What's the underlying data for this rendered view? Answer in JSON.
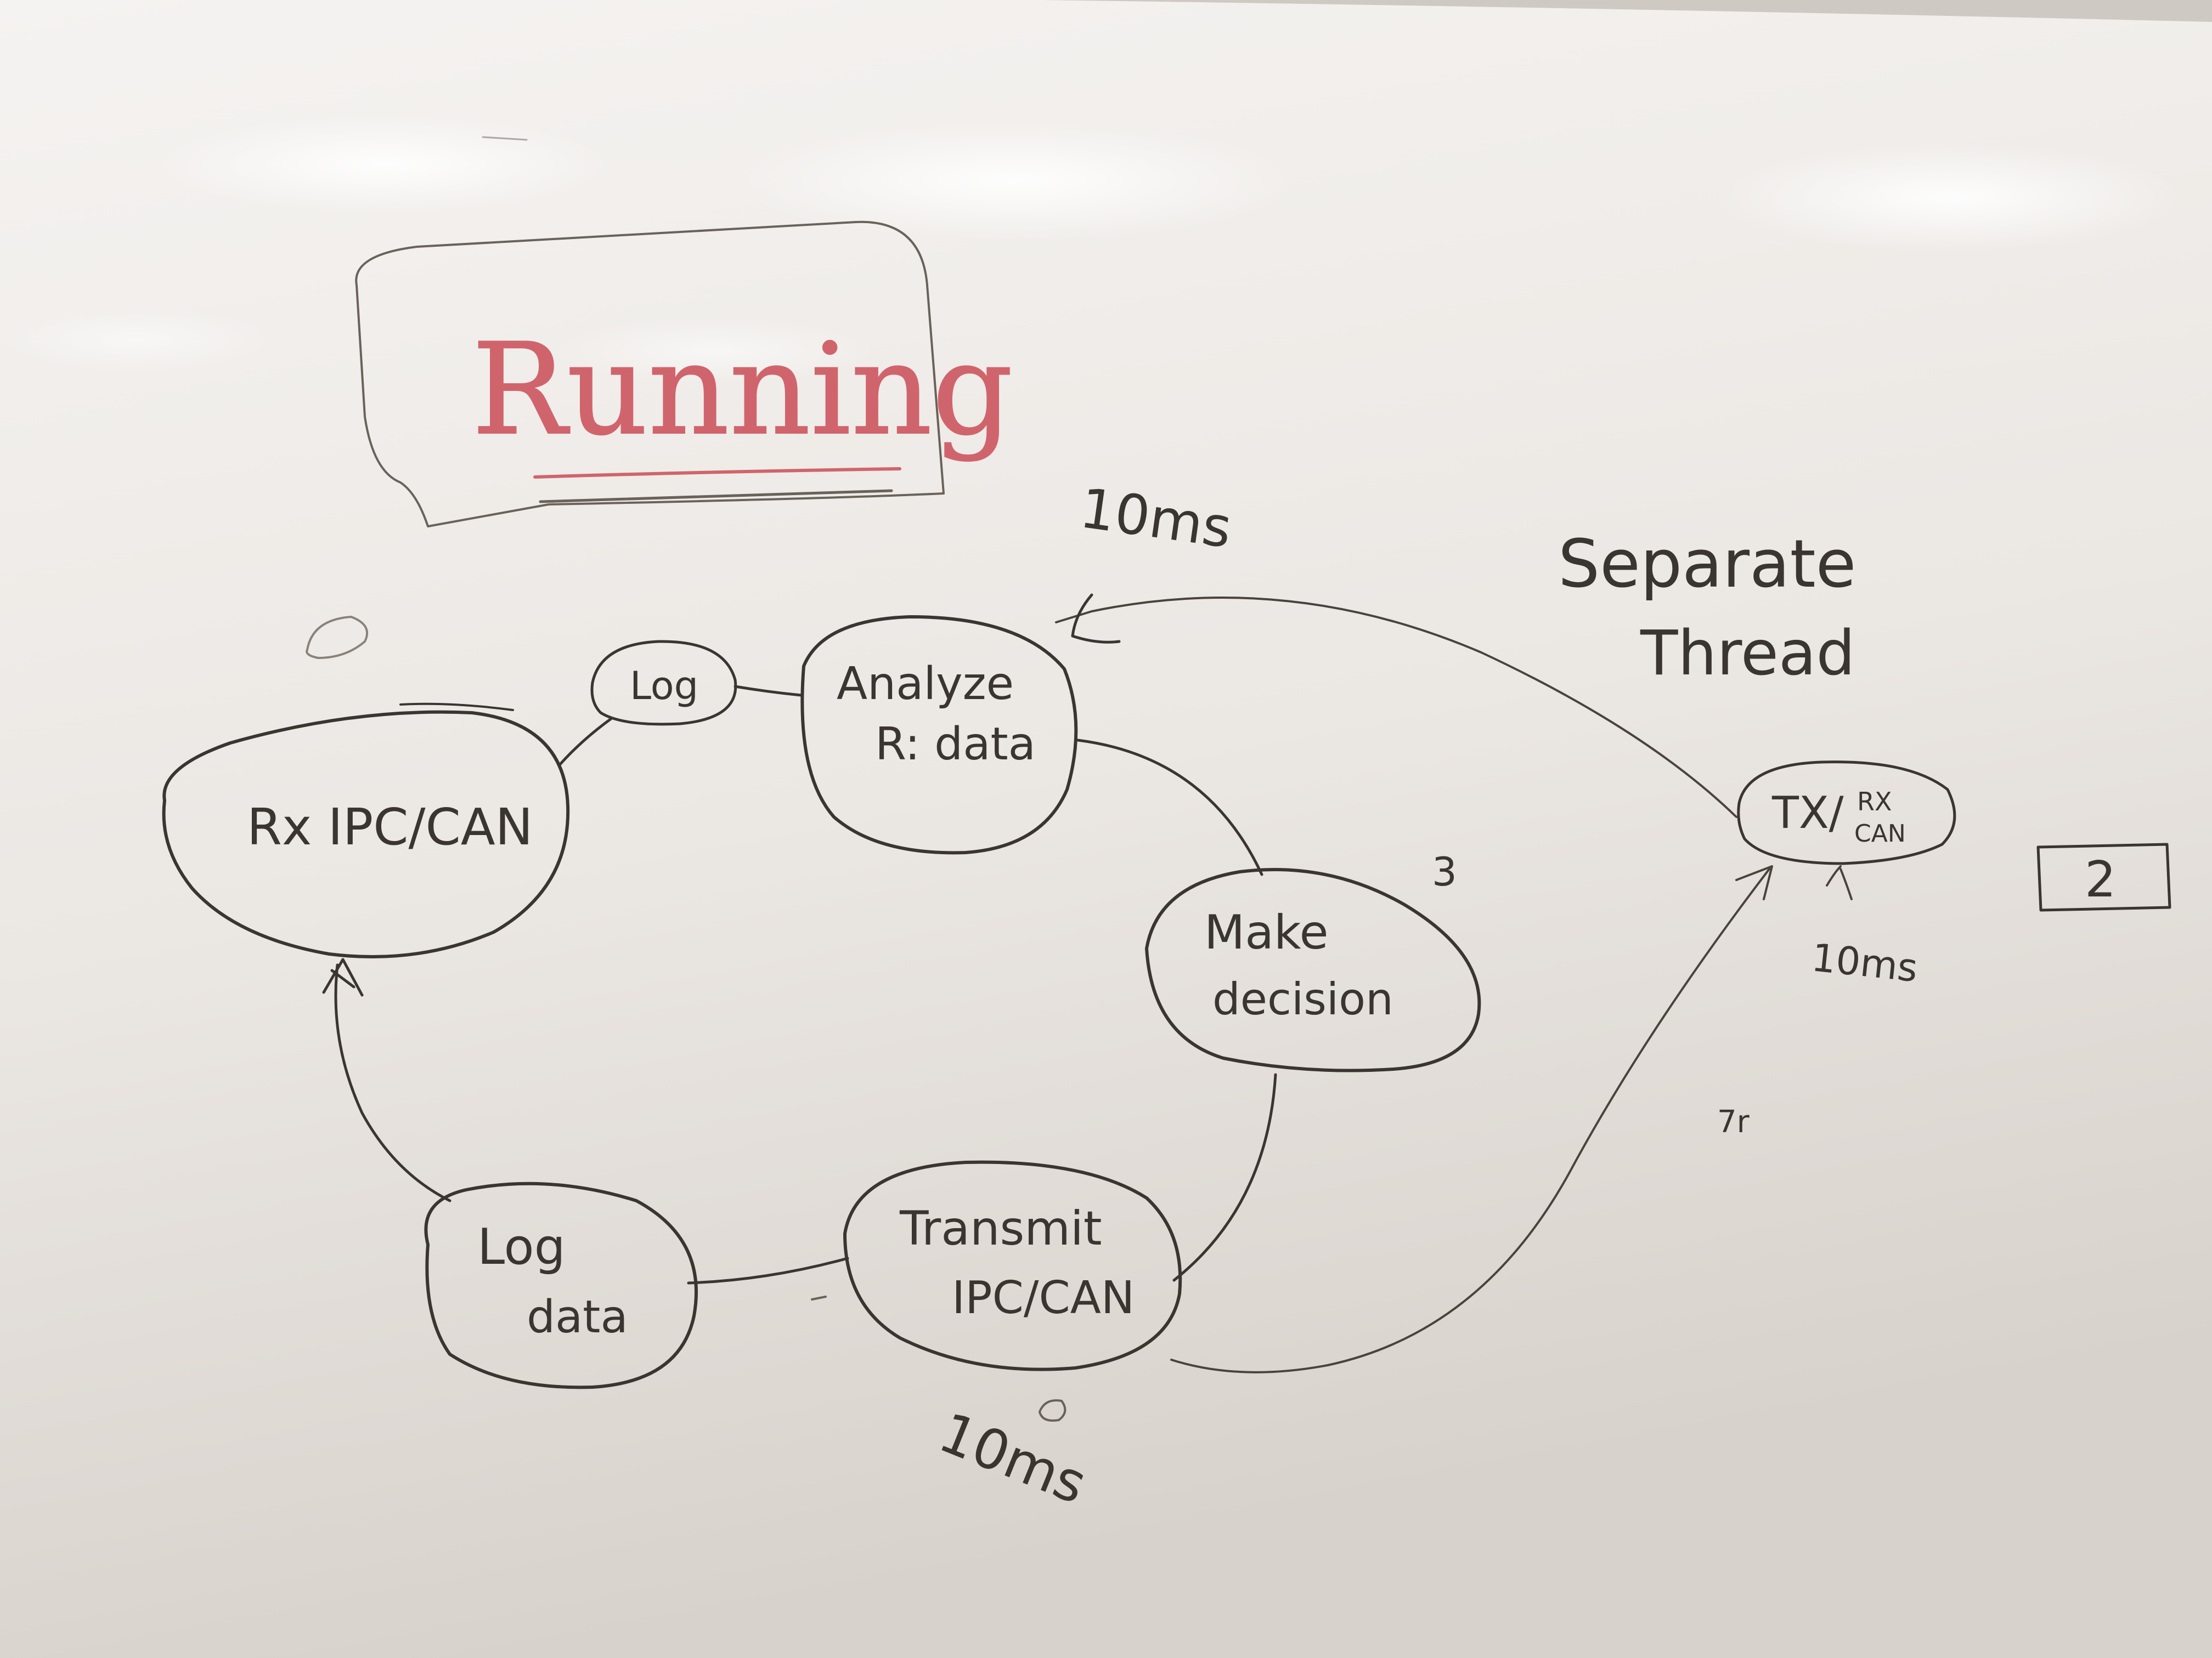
{
  "colors": {
    "board_top": "#f4f2ef",
    "board_bottom": "#dcd6d0",
    "ink_black": "#3a3530",
    "ink_red": "#d0646c",
    "ink_faint": "#8a8178"
  },
  "title": {
    "text": "Running"
  },
  "nodes": {
    "rx": "Rx IPC/CAN",
    "log_small": "Log",
    "analyze": {
      "line1": "Analyze",
      "line2": "R: data"
    },
    "make": {
      "line1": "Make",
      "line2": "decision"
    },
    "transmit": {
      "line1": "Transmit",
      "line2": "IPC/CAN"
    },
    "logdata": {
      "line1": "Log",
      "line2": "data"
    },
    "txrx": {
      "main": "TX/",
      "sup": "RX",
      "sub": "CAN"
    }
  },
  "annotations": {
    "ten_ms_top": "10ms",
    "ten_ms_bottom": "10ms",
    "ten_ms_right": "10ms",
    "separate_line1": "Separate",
    "separate_line2": "Thread",
    "three": "3",
    "two": "2",
    "small_mark": "7r"
  }
}
